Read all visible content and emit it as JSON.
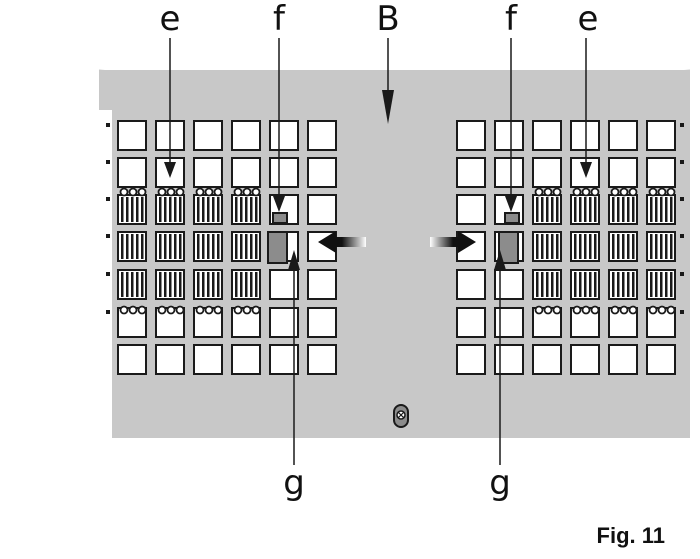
{
  "labels": {
    "top_left_e": "e",
    "top_left_f": "f",
    "top_center_b": "B",
    "top_right_f": "f",
    "top_right_e": "e",
    "bottom_left_g": "g",
    "bottom_right_g": "g"
  },
  "caption": "Fig. 11",
  "colors": {
    "panel": "#c8c8c8",
    "cell": "#ffffff",
    "stroke": "#1a1a1a",
    "holder": "#8c8c8c"
  },
  "icons": {
    "center_screw": "screw-icon",
    "left_arrow": "push-left-arrow-icon",
    "right_arrow": "push-right-arrow-icon"
  }
}
